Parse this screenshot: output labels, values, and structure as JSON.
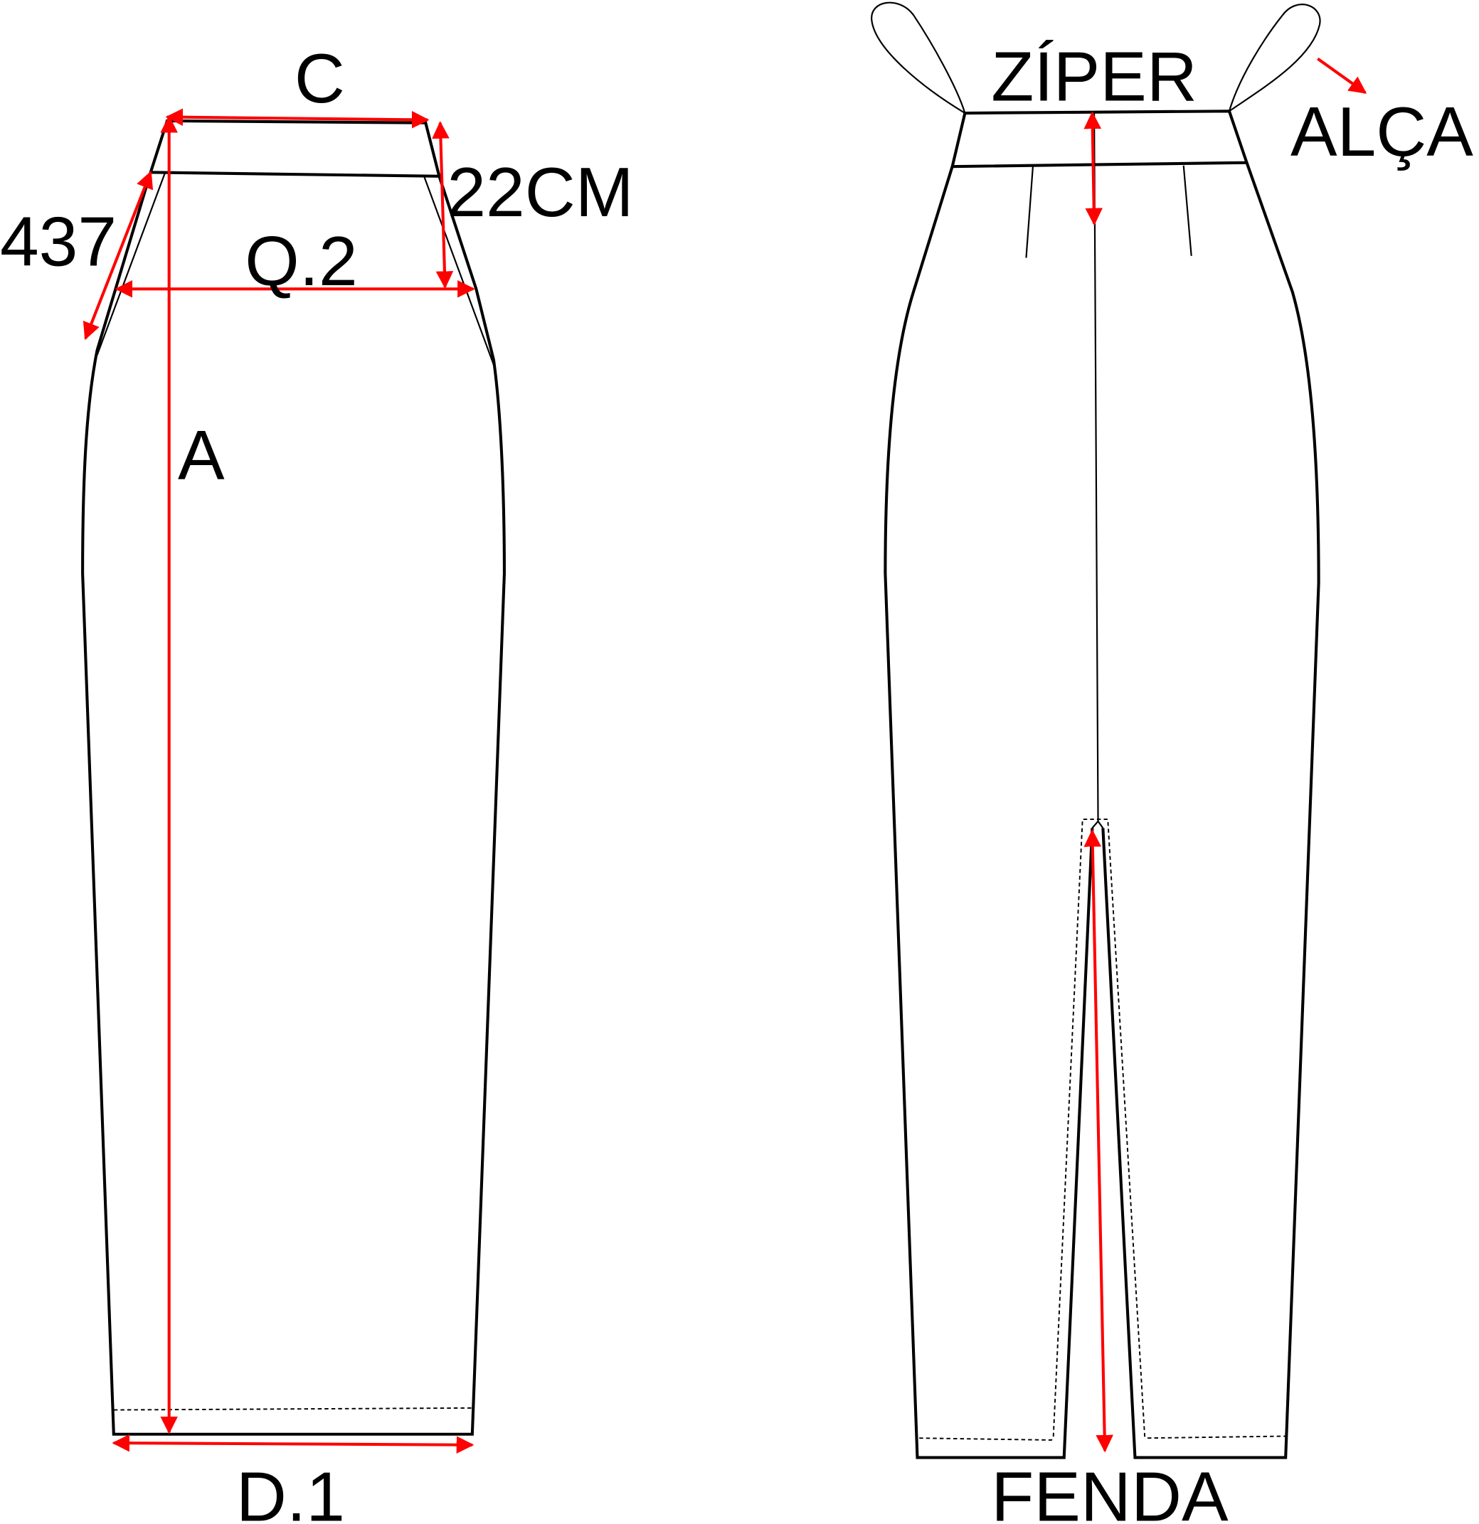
{
  "front": {
    "labels": {
      "waist": "C",
      "rise": "22CM",
      "pocket": "437",
      "hip": "Q.2",
      "length": "A",
      "hem": "D.1"
    }
  },
  "back": {
    "labels": {
      "zipper": "ZÍPER",
      "strap": "ALÇA",
      "slit": "FENDA"
    }
  },
  "colors": {
    "measure": "#ff0000",
    "outline": "#000000"
  }
}
